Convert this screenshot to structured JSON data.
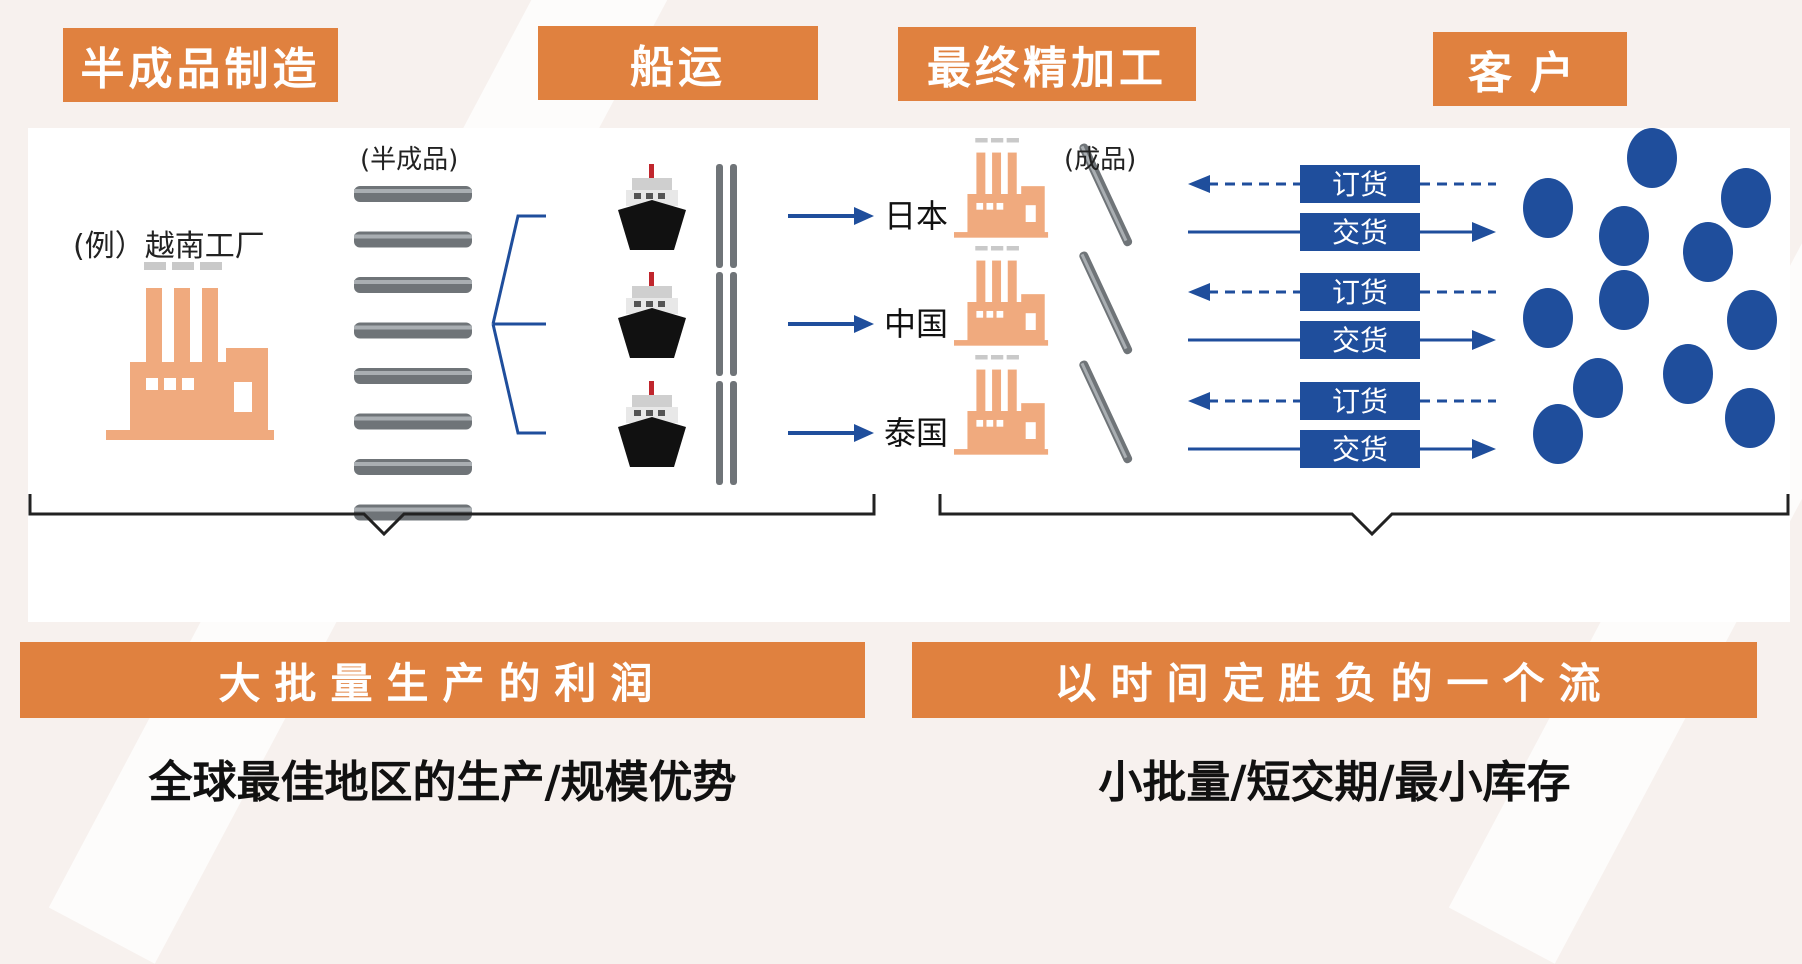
{
  "headers": {
    "semi_manufacture": "半成品制造",
    "shipping": "船运",
    "final_processing": "最终精加工",
    "customer": "客户"
  },
  "diagram": {
    "factory_label": "(例）越南工厂",
    "semi_product_label": "(半成品)",
    "product_label": "(成品)",
    "destinations": [
      "日本",
      "中国",
      "泰国"
    ],
    "order_label": "订货",
    "delivery_label": "交货"
  },
  "bands": {
    "left": "大批量生产的利润",
    "right": "以时间定胜负的一个流"
  },
  "footers": {
    "left": "全球最佳地区的生产/规模优势",
    "right": "小批量/短交期/最小库存"
  },
  "colors": {
    "orange": "#e0813f",
    "factory": "#f0aa7e",
    "blue": "#1f4e9c",
    "rod": "#6f7478"
  }
}
